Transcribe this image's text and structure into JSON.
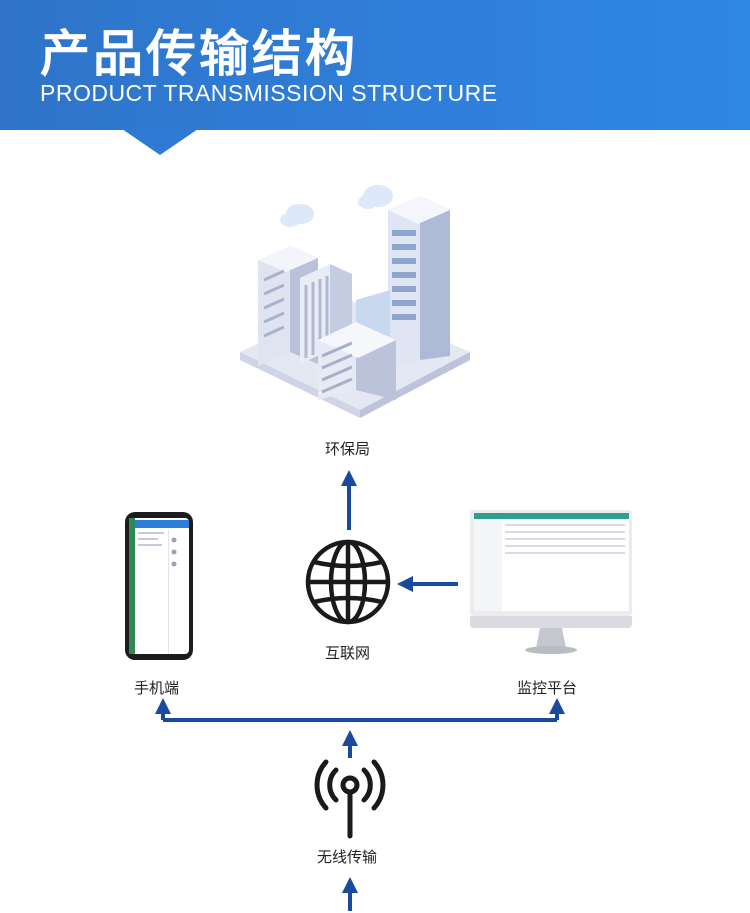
{
  "header": {
    "title": "产品传输结构",
    "subtitle": "PRODUCT TRANSMISSION STRUCTURE"
  },
  "nodes": {
    "epa": "环保局",
    "internet": "互联网",
    "mobile": "手机端",
    "platform": "监控平台",
    "wireless": "无线传输"
  },
  "colors": {
    "banner": "#2f7ad3",
    "arrow": "#1a4aa0",
    "icon": "#1a1a1a"
  }
}
